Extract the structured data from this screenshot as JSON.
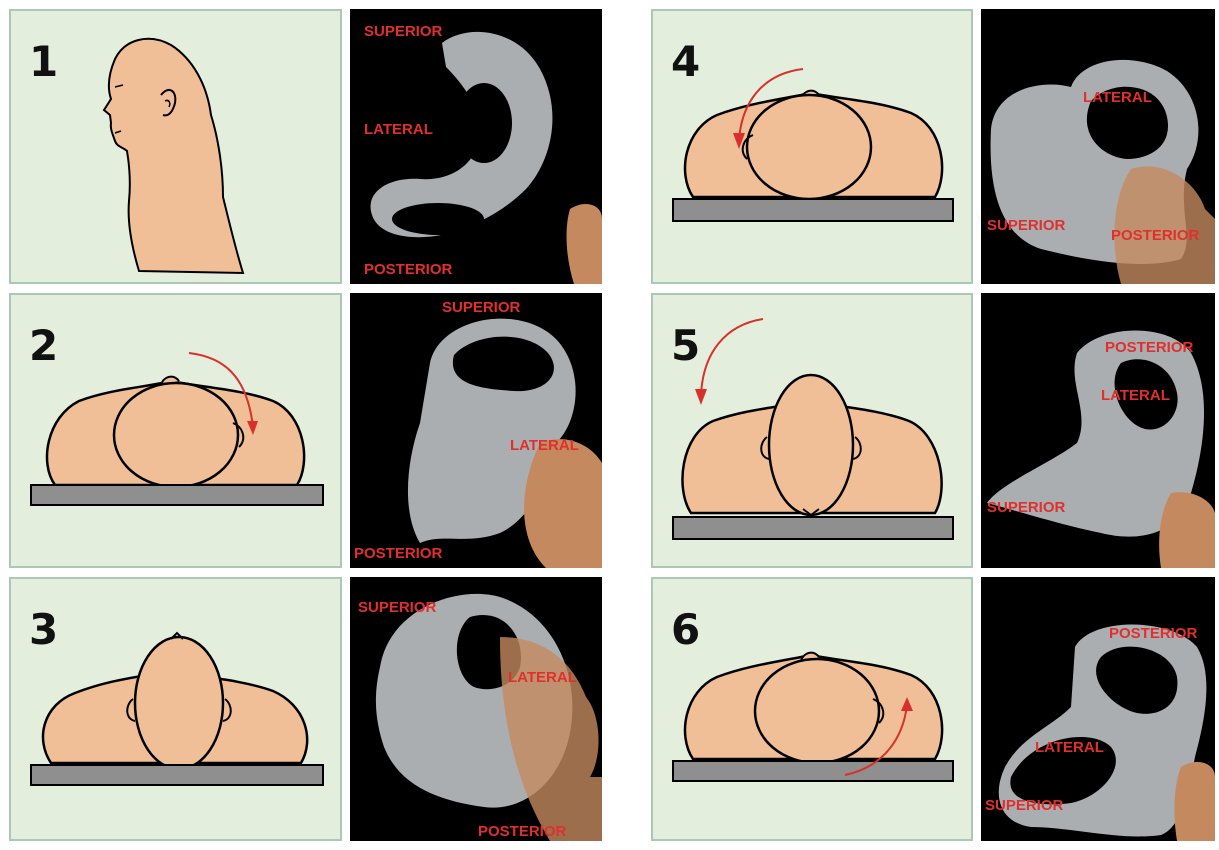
{
  "step_numbers": [
    "1",
    "2",
    "3",
    "4",
    "5",
    "6"
  ],
  "photo_labels": {
    "p1": {
      "superior": "SUPERIOR",
      "lateral": "LATERAL",
      "posterior": "POSTERIOR"
    },
    "p2": {
      "superior": "SUPERIOR",
      "lateral": "LATERAL",
      "posterior": "POSTERIOR"
    },
    "p3": {
      "superior": "SUPERIOR",
      "lateral": "LATERAL",
      "posterior": "POSTERIOR"
    },
    "p4": {
      "lateral": "LATERAL",
      "superior": "SUPERIOR",
      "posterior": "POSTERIOR"
    },
    "p5": {
      "posterior": "POSTERIOR",
      "lateral": "LATERAL",
      "superior": "SUPERIOR"
    },
    "p6": {
      "posterior": "POSTERIOR",
      "lateral": "LATERAL",
      "superior": "SUPERIOR"
    }
  },
  "colors": {
    "panel_bg": "#e3eedd",
    "panel_border": "#a9c9b4",
    "skin": "#f1bf97",
    "table": "#8f8f8f",
    "arrow": "#d9302b",
    "label": "#e0302e",
    "photo_bg": "#000000"
  },
  "icons": [
    "head-profile-icon",
    "head-turned-icon",
    "head-face-down-icon",
    "rotation-arrow-icon"
  ]
}
